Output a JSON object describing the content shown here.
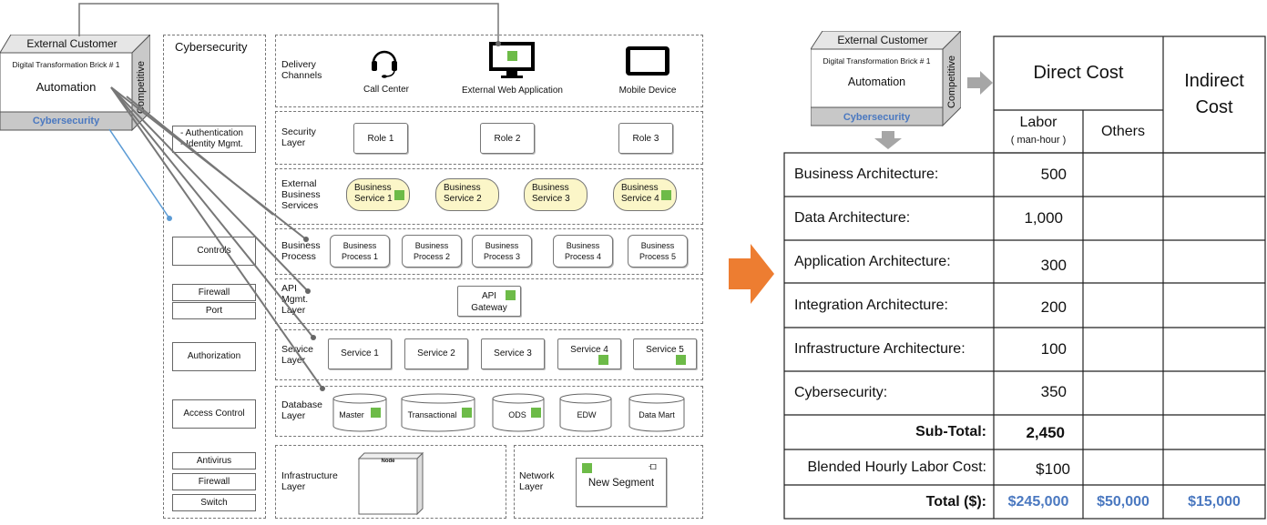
{
  "left_diagram": {
    "cube": {
      "title": "External Customer",
      "subtitle": "Digital Transformation Brick # 1",
      "center": "Automation",
      "bottom": "Cybersecurity",
      "side": "Competitive"
    },
    "cyber_panel": {
      "title": "Cybersecurity",
      "items": [
        "- Authentication\n- Identity Mgmt.",
        "Controls",
        "Firewall",
        "Port",
        "Authorization",
        "Access Control",
        "Antivirus",
        "Firewall",
        "Switch"
      ]
    },
    "layers": {
      "delivery": {
        "label": "Delivery\nChannels",
        "items": [
          "Call  Center",
          "External Web Application",
          "Mobile Device"
        ]
      },
      "security": {
        "label": "Security\nLayer",
        "items": [
          "Role 1",
          "Role 2",
          "Role 3"
        ]
      },
      "external_services": {
        "label": "External\nBusiness\nServices",
        "items": [
          "Business\nService 1",
          "Business\nService 2",
          "Business\nService 3",
          "Business\nService 4"
        ]
      },
      "business_process": {
        "label": "Business\nProcess",
        "items": [
          "Business\nProcess 1",
          "Business\nProcess 2",
          "Business\nProcess 3",
          "Business\nProcess 4",
          "Business\nProcess 5"
        ]
      },
      "api": {
        "label": "API\nMgmt.\nLayer",
        "item": "API\nGateway"
      },
      "service": {
        "label": "Service\nLayer",
        "items": [
          "Service 1",
          "Service 2",
          "Service 3",
          "Service 4",
          "Service 5"
        ]
      },
      "database": {
        "label": "Database\nLayer",
        "items": [
          "Master",
          "Transactional",
          "ODS",
          "EDW",
          "Data Mart"
        ]
      },
      "infrastructure": {
        "label": "Infrastructure\nLayer",
        "node": "Node"
      },
      "network": {
        "label": "Network\nLayer",
        "item": "New Segment"
      }
    }
  },
  "right_table": {
    "cube": {
      "title": "External Customer",
      "subtitle": "Digital Transformation Brick # 1",
      "center": "Automation",
      "bottom": "Cybersecurity",
      "side": "Competitive"
    },
    "headers": {
      "direct_cost": "Direct Cost",
      "indirect_cost": "Indirect\nCost",
      "labor": "Labor",
      "labor_unit": "( man-hour )",
      "others": "Others"
    },
    "rows": [
      {
        "label": "Business Architecture:",
        "labor": "500"
      },
      {
        "label": "Data Architecture:",
        "labor": "1,000"
      },
      {
        "label": "Application Architecture:",
        "labor": "300"
      },
      {
        "label": "Integration Architecture:",
        "labor": "200"
      },
      {
        "label": "Infrastructure Architecture:",
        "labor": "100"
      },
      {
        "label": "Cybersecurity:",
        "labor": "350"
      }
    ],
    "subtotal": {
      "label": "Sub-Total:",
      "value": "2,450"
    },
    "blended": {
      "label": "Blended  Hourly Labor Cost:",
      "value": "$100"
    },
    "total": {
      "label": "Total ($):",
      "labor": "$245,000",
      "others": "$50,000",
      "indirect": "$15,000"
    }
  },
  "colors": {
    "accent_green": "#6dbb48",
    "arrow_orange": "#ed7d31",
    "total_blue": "#4a78c0",
    "pill_yellow": "#fbf6c8"
  }
}
